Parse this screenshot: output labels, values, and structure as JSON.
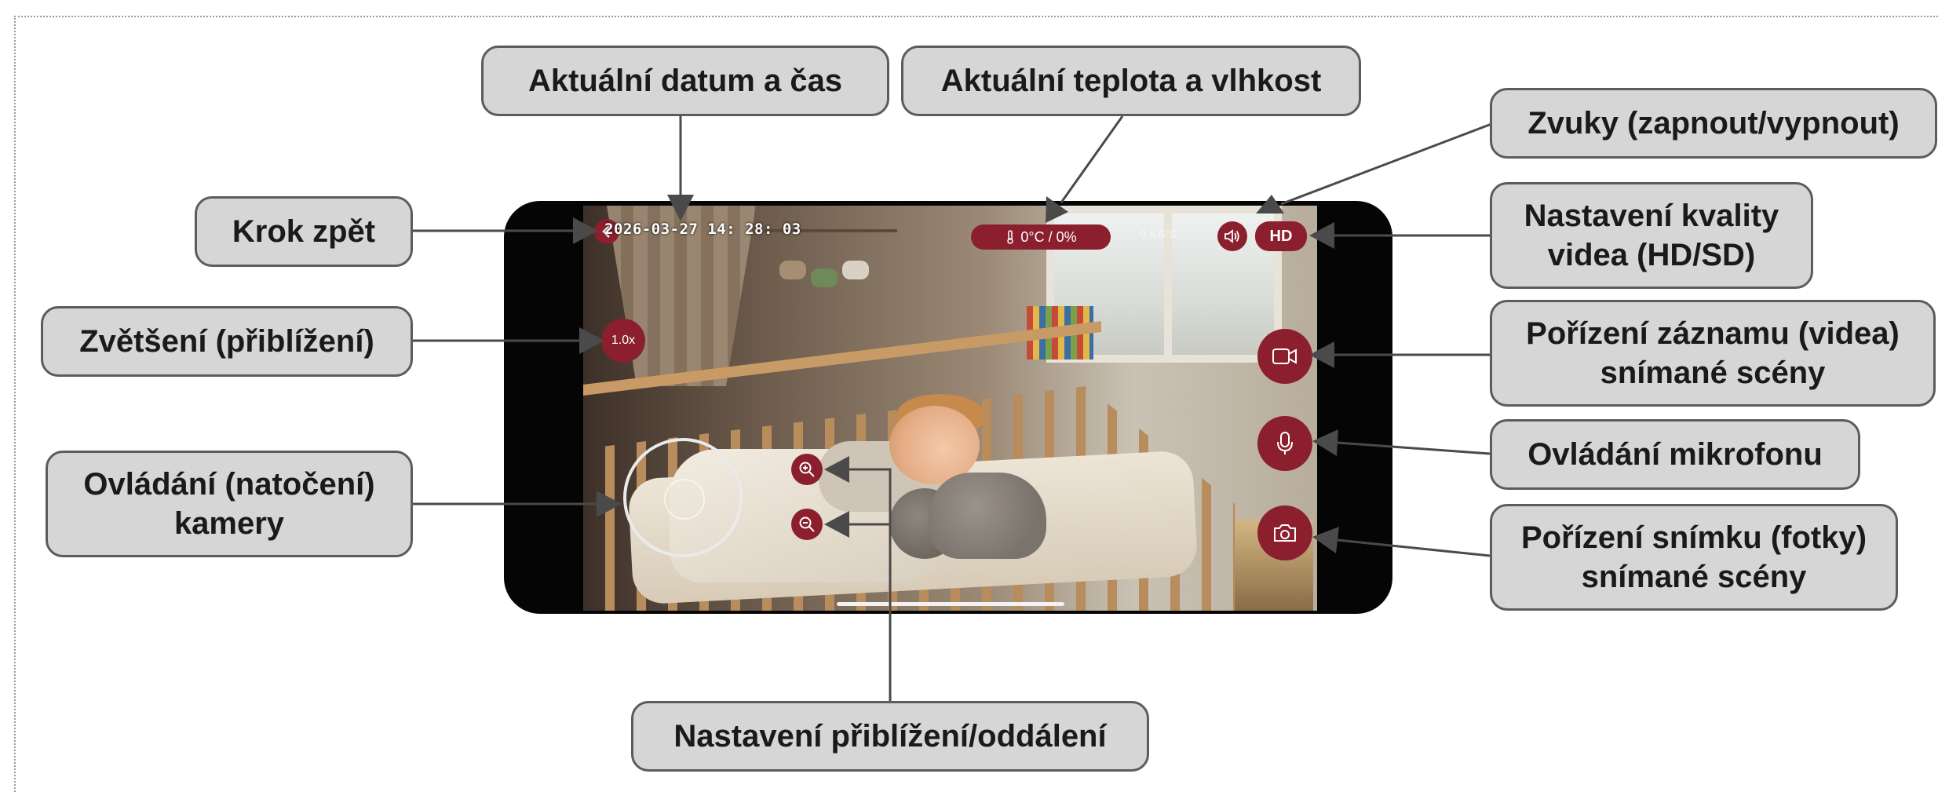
{
  "callouts": {
    "date_time": "Aktuální datum a čas",
    "temp_humidity": "Aktuální teplota a vlhkost",
    "sounds": "Zvuky (zapnout/vypnout)",
    "back": "Krok zpět",
    "quality_line1": "Nastavení kvality",
    "quality_line2": "videa (HD/SD)",
    "zoom": "Zvětšení (přiblížení)",
    "record_line1": "Pořízení záznamu (videa)",
    "record_line2": "snímané scény",
    "camera_control_line1": "Ovládání (natočení)",
    "camera_control_line2": "kamery",
    "microphone": "Ovládání mikrofonu",
    "snapshot_line1": "Pořízení snímku (fotky)",
    "snapshot_line2": "snímané scény",
    "zoom_in_out": "Nastavení přiblížení/oddálení"
  },
  "app": {
    "datetime": "2026-03-27  14: 28: 03",
    "temp_humidity": "0°C / 0%",
    "speed": "0 KB/S",
    "quality": "HD",
    "zoom_level": "1.0x"
  },
  "icons": {
    "back": "chevron-left-icon",
    "thermometer": "thermometer-icon",
    "humidity": "droplet-icon",
    "sound": "speaker-icon",
    "record": "video-camera-icon",
    "mic": "microphone-icon",
    "snapshot": "camera-icon",
    "zoom_in": "zoom-in-icon",
    "zoom_out": "zoom-out-icon"
  },
  "colors": {
    "accent": "#8b1f2d",
    "callout_bg": "#d6d6d6",
    "callout_border": "#5c5c5c",
    "arrow": "#4a4a4a"
  }
}
